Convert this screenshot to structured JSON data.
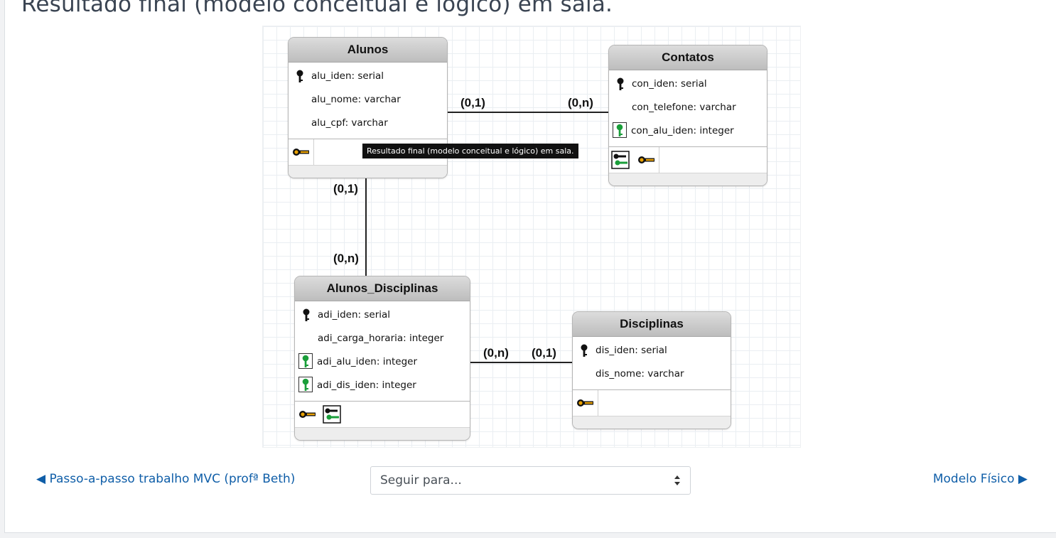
{
  "page": {
    "title": "Resultado final (modelo conceitual e lógico) em sala."
  },
  "diagram": {
    "tooltip": "Resultado final (modelo conceitual e lógico) em sala.",
    "entities": {
      "alunos": {
        "name": "Alunos",
        "fields": [
          "alu_iden: serial",
          "alu_nome: varchar",
          "alu_cpf: varchar"
        ]
      },
      "contatos": {
        "name": "Contatos",
        "fields": [
          "con_iden: serial",
          "con_telefone: varchar",
          "con_alu_iden: integer"
        ]
      },
      "alunos_disciplinas": {
        "name": "Alunos_Disciplinas",
        "fields": [
          "adi_iden: serial",
          "adi_carga_horaria: integer",
          "adi_alu_iden: integer",
          "adi_dis_iden: integer"
        ]
      },
      "disciplinas": {
        "name": "Disciplinas",
        "fields": [
          "dis_iden: serial",
          "dis_nome: varchar"
        ]
      }
    },
    "cardinalities": {
      "alunos_contatos_left": "(0,1)",
      "alunos_contatos_right": "(0,n)",
      "alunos_ad_top": "(0,1)",
      "alunos_ad_bottom": "(0,n)",
      "ad_disc_left": "(0,n)",
      "ad_disc_right": "(0,1)"
    },
    "colors": {
      "pk_key": "#111111",
      "fk_key": "#1a9e3a",
      "index_key": "#e8a000"
    }
  },
  "navigation": {
    "prev_label": "◀ Passo-a-passo trabalho MVC (profª Beth)",
    "next_label": "Modelo Físico ▶",
    "jump_select": {
      "selected": "Seguir para..."
    }
  }
}
